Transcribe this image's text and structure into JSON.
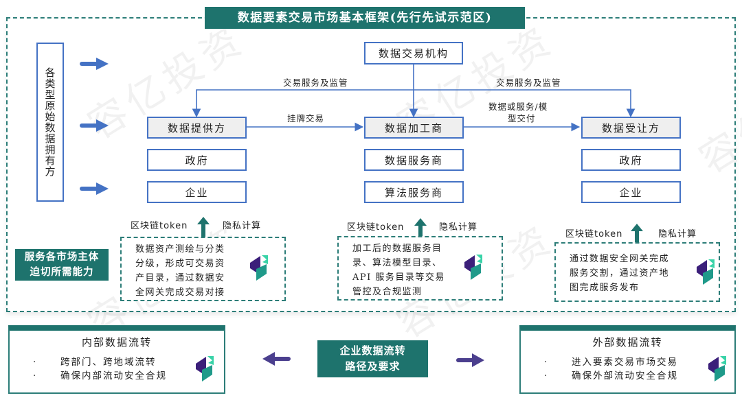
{
  "title": "数据要素交易市场基本框架(先行先试示范区)",
  "watermark": "容亿投资",
  "colors": {
    "teal": "#1e736d",
    "blue": "#4472c4",
    "purple": "#4b3f8e"
  },
  "owners": {
    "label": "各类型原始数据拥有方"
  },
  "exchange": {
    "label": "数据交易机构"
  },
  "flows": {
    "service_left": "交易服务及监管",
    "service_right": "交易服务及监管",
    "listing": "挂牌交易",
    "delivery_line1": "数据或服务/模",
    "delivery_line2": "型交付"
  },
  "columns": [
    {
      "header": "数据提供方",
      "items": [
        "政府",
        "企业"
      ],
      "tech_left": "区块链token",
      "tech_right": "隐私计算",
      "description": [
        "数据资产测绘与分类",
        "分级，形成可交易资",
        "产目录，通过数据安",
        "全网关完成交易对接"
      ]
    },
    {
      "header": "数据加工商",
      "items": [
        "数据服务商",
        "算法服务商"
      ],
      "tech_left": "区块链token",
      "tech_right": "隐私计算",
      "description": [
        "加工后的数据服务目",
        "录、算法模型目录、",
        "API 服务目录等交易",
        "管控及合规监测"
      ]
    },
    {
      "header": "数据受让方",
      "items": [
        "政府",
        "企业"
      ],
      "tech_left": "区块链token",
      "tech_right": "隐私计算",
      "description": [
        "通过数据安全网关完成",
        "服务交割，通过资产地",
        "图完成服务发布"
      ]
    }
  ],
  "capability": {
    "line1": "服务各市场主体",
    "line2": "迫切所需能力"
  },
  "bottom": {
    "center": {
      "line1": "企业数据流转",
      "line2": "路径及要求"
    },
    "internal": {
      "title": "内部数据流转",
      "points": [
        "跨部门、跨地域流转",
        "确保内部流动安全合规"
      ]
    },
    "external": {
      "title": "外部数据流转",
      "points": [
        "进入要素交易市场交易",
        "确保外部流动安全合规"
      ]
    }
  }
}
